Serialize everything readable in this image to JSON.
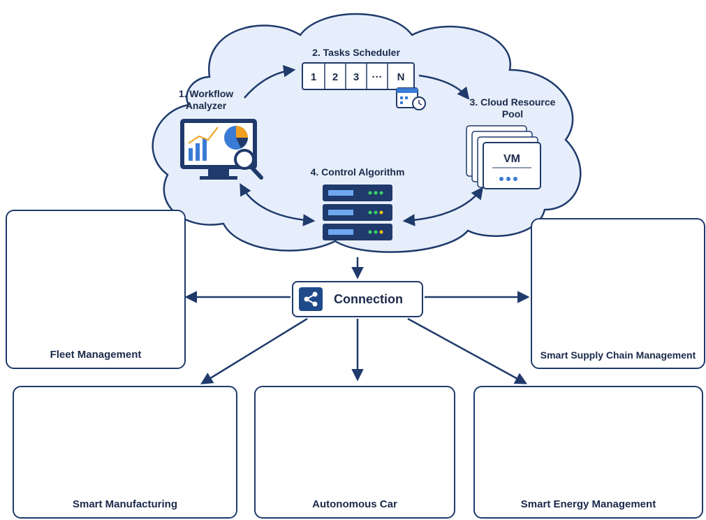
{
  "cloud": {
    "step1": [
      "1. Workflow",
      "Analyzer"
    ],
    "step2": "2. Tasks Scheduler",
    "step3": [
      "3. Cloud Resource",
      "Pool"
    ],
    "step4": "4. Control Algorithm",
    "queue": [
      "1",
      "2",
      "3",
      "···",
      "N"
    ],
    "vm_label": "VM"
  },
  "connection": {
    "label": "Connection"
  },
  "panels": {
    "fleet": "Fleet Management",
    "supply": "Smart Supply Chain Management",
    "manufacturing": "Smart Manufacturing",
    "car": "Autonomous Car",
    "energy": "Smart Energy Management"
  },
  "colors": {
    "navy": "#1f3a6b",
    "cloud_fill": "#e6eefb",
    "accent_orange": "#f0a020",
    "accent_blue": "#3a7bd5"
  }
}
